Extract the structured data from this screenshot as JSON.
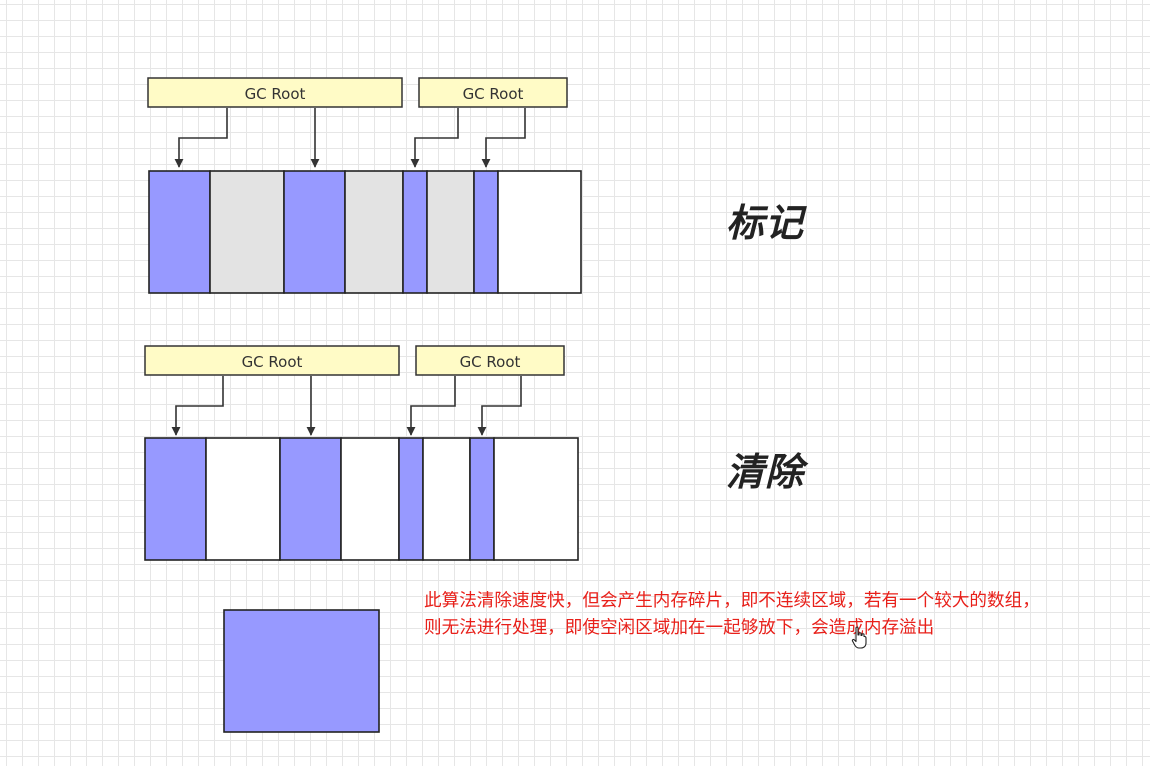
{
  "colors": {
    "live": "#9799ff",
    "garbage": "#e3e3e3",
    "free": "#ffffff",
    "root_fill": "#fffbc6",
    "note": "#e8201a"
  },
  "diagram": {
    "mark_stage": {
      "title": "标记",
      "roots": [
        "GC Root",
        "GC Root"
      ],
      "blocks": [
        "live",
        "garbage",
        "live",
        "garbage",
        "live",
        "garbage",
        "live",
        "free"
      ]
    },
    "sweep_stage": {
      "title": "清除",
      "roots": [
        "GC Root",
        "GC Root"
      ],
      "blocks": [
        "live",
        "free",
        "live",
        "free",
        "live",
        "free",
        "live",
        "free"
      ]
    }
  },
  "note": {
    "line1": "此算法清除速度快，但会产生内存碎片，即不连续区域，若有一个较大的数组，",
    "line2": "则无法进行处理，即使空闲区域加在一起够放下，会造成内存溢出"
  },
  "icons": {
    "cursor": "hand-pointer-icon"
  }
}
